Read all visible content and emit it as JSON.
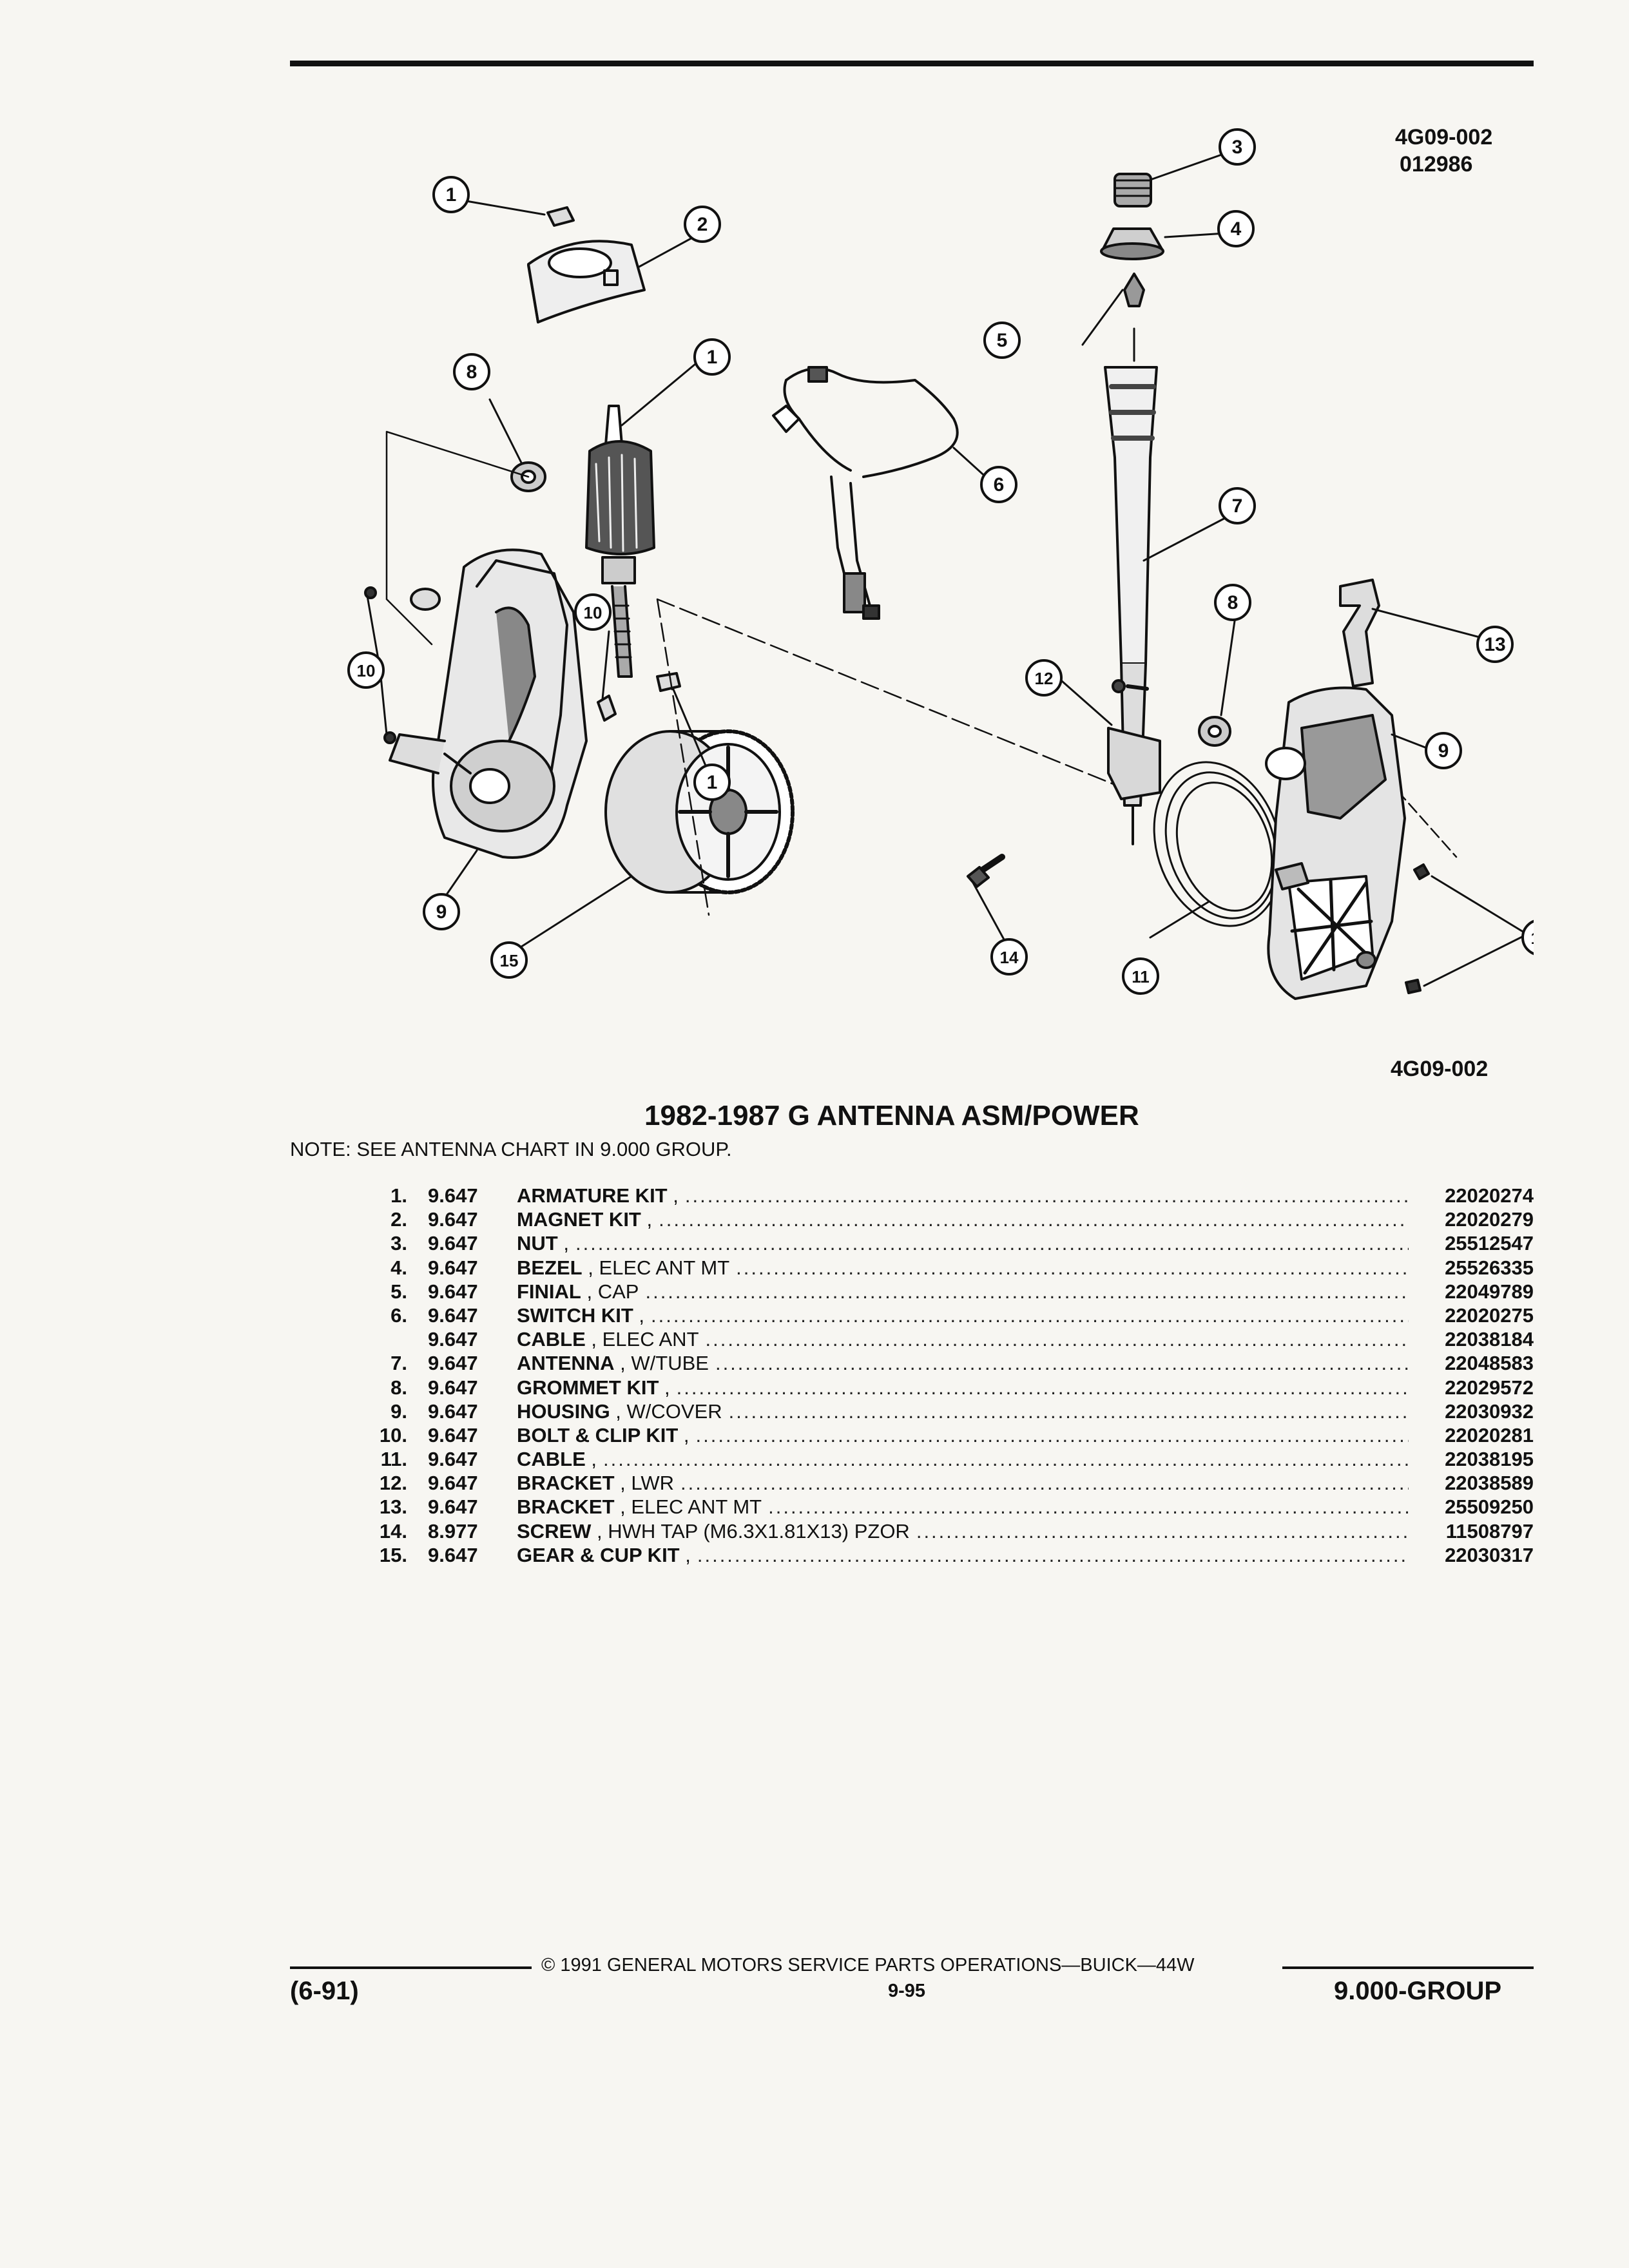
{
  "header": {
    "code1": "4G09-002",
    "code2": "012986"
  },
  "diagram": {
    "code": "4G09-002",
    "callouts": [
      "1",
      "2",
      "3",
      "4",
      "5",
      "6",
      "7",
      "8",
      "9",
      "10",
      "11",
      "12",
      "13",
      "14",
      "15"
    ]
  },
  "title": "1982-1987 G ANTENNA ASM/POWER",
  "note": "NOTE:  SEE ANTENNA CHART IN 9.000 GROUP.",
  "parts": [
    {
      "num": "1.",
      "grp": "9.647",
      "name": "ARMATURE KIT",
      "desc": " ,",
      "pn": "22020274"
    },
    {
      "num": "2.",
      "grp": "9.647",
      "name": "MAGNET KIT",
      "desc": " ,",
      "pn": "22020279"
    },
    {
      "num": "3.",
      "grp": "9.647",
      "name": "NUT",
      "desc": " ,",
      "pn": "25512547"
    },
    {
      "num": "4.",
      "grp": "9.647",
      "name": "BEZEL",
      "desc": " , ELEC ANT MT",
      "pn": "25526335"
    },
    {
      "num": "5.",
      "grp": "9.647",
      "name": "FINIAL",
      "desc": " , CAP",
      "pn": "22049789"
    },
    {
      "num": "6.",
      "grp": "9.647",
      "name": "SWITCH KIT",
      "desc": " ,",
      "pn": "22020275"
    },
    {
      "num": "",
      "grp": "9.647",
      "name": "CABLE",
      "desc": " , ELEC ANT",
      "pn": "22038184"
    },
    {
      "num": "7.",
      "grp": "9.647",
      "name": "ANTENNA",
      "desc": " , W/TUBE",
      "pn": "22048583"
    },
    {
      "num": "8.",
      "grp": "9.647",
      "name": "GROMMET KIT",
      "desc": " ,",
      "pn": "22029572"
    },
    {
      "num": "9.",
      "grp": "9.647",
      "name": "HOUSING",
      "desc": " , W/COVER",
      "pn": "22030932"
    },
    {
      "num": "10.",
      "grp": "9.647",
      "name": "BOLT & CLIP KIT",
      "desc": " ,",
      "pn": "22020281"
    },
    {
      "num": "11.",
      "grp": "9.647",
      "name": "CABLE",
      "desc": " ,",
      "pn": "22038195"
    },
    {
      "num": "12.",
      "grp": "9.647",
      "name": "BRACKET",
      "desc": " , LWR",
      "pn": "22038589"
    },
    {
      "num": "13.",
      "grp": "9.647",
      "name": "BRACKET",
      "desc": " , ELEC ANT MT",
      "pn": "25509250"
    },
    {
      "num": "14.",
      "grp": "8.977",
      "name": "SCREW",
      "desc": " , HWH TAP (M6.3X1.81X13) PZOR",
      "pn": "11508797"
    },
    {
      "num": "15.",
      "grp": "9.647",
      "name": "GEAR & CUP KIT",
      "desc": " ,",
      "pn": "22030317"
    }
  ],
  "footer": {
    "copyright": "© 1991 GENERAL MOTORS SERVICE PARTS OPERATIONS—BUICK—44W",
    "date": "(6-91)",
    "page": "9-95",
    "group": "9.000-GROUP"
  }
}
